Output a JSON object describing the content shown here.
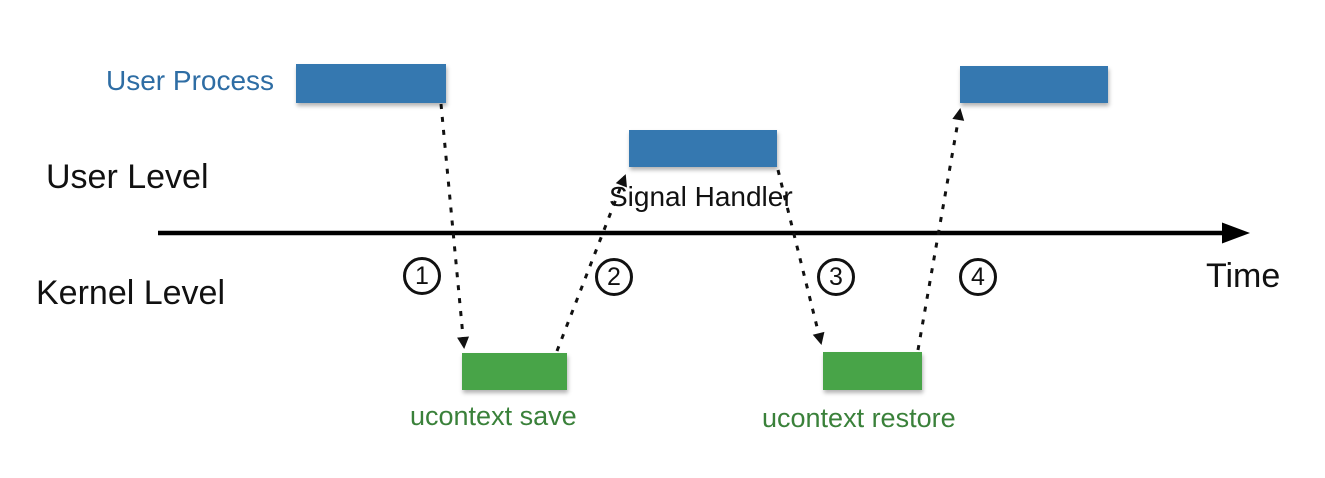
{
  "diagram": {
    "labels": {
      "user_process": "User Process",
      "user_level": "User Level",
      "kernel_level": "Kernel Level",
      "signal_handler": "Signal Handler",
      "ucontext_save": "ucontext save",
      "ucontext_restore": "ucontext restore",
      "time": "Time"
    },
    "steps": [
      "1",
      "2",
      "3",
      "4"
    ],
    "colors": {
      "process_bar_fill": "#3578b0",
      "context_bar_fill": "#48a448",
      "process_label_text": "#2e6da4",
      "context_label_text": "#3a813a",
      "line_and_text": "#111111",
      "background": "#ffffff"
    }
  }
}
